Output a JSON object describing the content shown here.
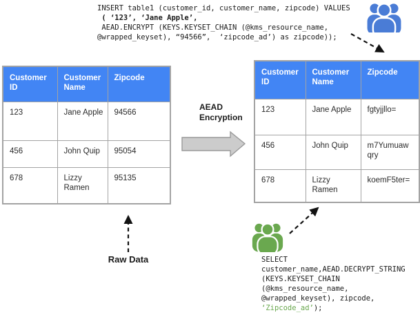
{
  "colors": {
    "header_blue": "#4285F4",
    "table_border": "#A3A3A3",
    "people_blue": "#4A7CD6",
    "people_green": "#6AA84F",
    "code_green": "#6AA84F",
    "code_black": "#1A1A1A",
    "block_arrow_fill": "#CCCCCC",
    "block_arrow_stroke": "#999999",
    "dashed_arrow": "#121212"
  },
  "insert_query": {
    "lines": [
      [
        {
          "t": "INSERT table1 (customer_id, customer_name, zipcode) VALUES",
          "s": "plain"
        }
      ],
      [
        {
          "t": " ( ‘123’, ‘Jane Apple’,",
          "s": "bold"
        }
      ],
      [
        {
          "t": " AEAD.ENCRYPT (KEYS.KEYSET_CHAIN (@kms_resource_name,",
          "s": "plain"
        }
      ],
      [
        {
          "t": "@wrapped_keyset), “94566”,  ‘zipcode_ad’) as zipcode));",
          "s": "plain"
        }
      ]
    ]
  },
  "select_query": {
    "lines": [
      [
        {
          "t": "SELECT",
          "s": "plain"
        }
      ],
      [
        {
          "t": "customer_name,AEAD.DECRYPT_STRING",
          "s": "plain"
        }
      ],
      [
        {
          "t": "(KEYS.KEYSET_CHAIN",
          "s": "plain"
        }
      ],
      [
        {
          "t": "(@kms_resource_name,",
          "s": "plain"
        }
      ],
      [
        {
          "t": "@wrapped_keyset), zipcode,",
          "s": "plain"
        }
      ],
      [
        {
          "t": "‘Zipcode_ad’",
          "s": "green"
        },
        {
          "t": ");",
          "s": "plain"
        }
      ]
    ]
  },
  "raw_table": {
    "headers": [
      "Customer ID",
      "Customer Name",
      "Zipcode"
    ],
    "rows": [
      [
        "123",
        "Jane Apple",
        "94566"
      ],
      [
        "456",
        "John Quip",
        "95054"
      ],
      [
        "678",
        "Lizzy Ramen",
        "95135"
      ]
    ]
  },
  "encrypted_table": {
    "headers": [
      "Customer ID",
      "Customer Name",
      "Zipcode"
    ],
    "rows": [
      [
        "123",
        "Jane Apple",
        "fgtyjjllo="
      ],
      [
        "456",
        "John Quip",
        "m7Yumuawqry"
      ],
      [
        "678",
        "Lizzy Ramen",
        "koemF5ter="
      ]
    ]
  },
  "labels": {
    "aead_encryption": "AEAD Encryption",
    "raw_data": "Raw Data"
  },
  "icons": {
    "insert_actor": "users-group-icon",
    "select_actor": "users-group-icon",
    "transform_arrow": "block-arrow-right-icon",
    "annotation_arrows": "dashed-arrow-icon"
  }
}
